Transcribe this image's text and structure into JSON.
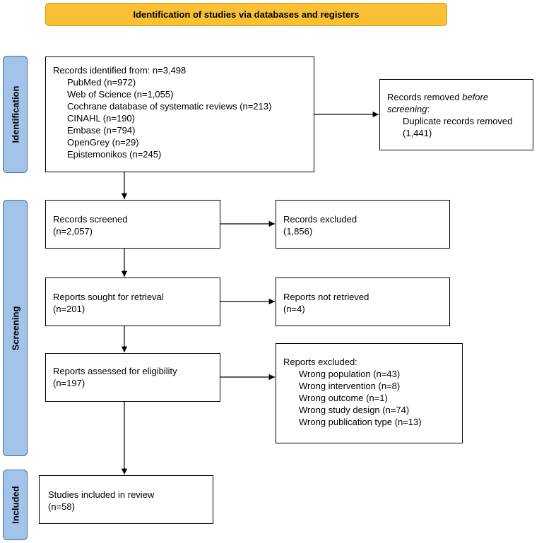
{
  "header": {
    "title": "Identification of studies via databases and registers"
  },
  "phases": {
    "identification": "Identification",
    "screening": "Screening",
    "included": "Included"
  },
  "identified": {
    "title": "Records identified from: n=3,498",
    "sources": [
      "PubMed (n=972)",
      "Web of Science (n=1,055)",
      "Cochrane database of systematic reviews (n=213)",
      "CINAHL (n=190)",
      "Embase (n=794)",
      "OpenGrey (n=29)",
      "Epistemonikos (n=245)"
    ]
  },
  "removed": {
    "line1": "Records removed ",
    "line1_em": "before",
    "line2_em": "screening",
    "line2_tail": ":",
    "detail": "Duplicate records removed",
    "count": "(1,441)"
  },
  "screened": {
    "title": "Records screened",
    "count": "(n=2,057)"
  },
  "excluded": {
    "title": "Records excluded",
    "count": "(1,856)"
  },
  "sought": {
    "title": "Reports sought for retrieval",
    "count": "(n=201)"
  },
  "not_retrieved": {
    "title": "Reports not retrieved",
    "count": "(n=4)"
  },
  "assessed": {
    "title": "Reports assessed for eligibility",
    "count": "(n=197)"
  },
  "reports_excluded": {
    "title": "Reports excluded:",
    "reasons": [
      "Wrong population (n=43)",
      "Wrong intervention (n=8)",
      "Wrong outcome (n=1)",
      "Wrong study design (n=74)",
      "Wrong publication type (n=13)"
    ]
  },
  "included": {
    "title": "Studies included in review",
    "count": "(n=58)"
  }
}
